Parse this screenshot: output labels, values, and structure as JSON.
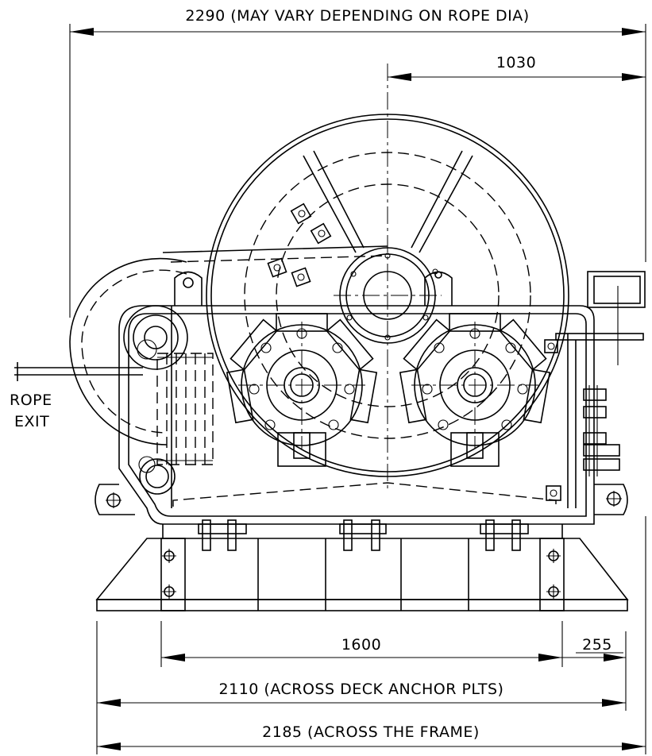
{
  "dimensions": {
    "overall_width": "2290 (MAY VARY DEPENDING ON ROPE DIA)",
    "drum_offset": "1030",
    "anchor_spacing": "1600",
    "end_offset": "255",
    "anchor_plates": "2110 (ACROSS DECK ANCHOR PLTS)",
    "frame_width": "2185 (ACROSS THE FRAME)"
  },
  "labels": {
    "rope_line1": "ROPE",
    "rope_line2": "EXIT"
  }
}
